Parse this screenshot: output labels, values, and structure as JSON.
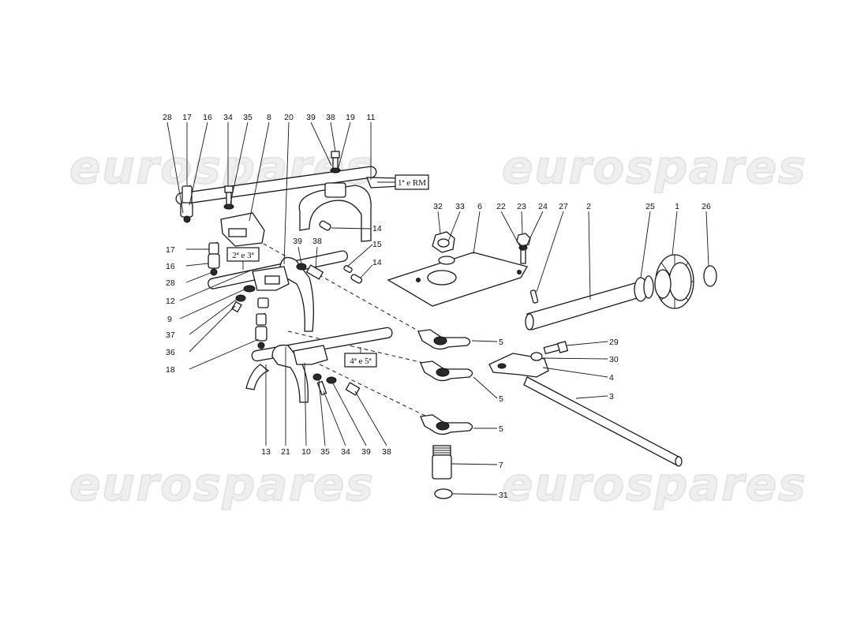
{
  "watermarks": [
    "eurospares",
    "eurospares",
    "eurospares",
    "eurospares"
  ],
  "gear_boxes": [
    "1ª e RM",
    "2ª e 3ª",
    "4ª e 5ª"
  ],
  "labels": {
    "l28a": "28",
    "l17a": "17",
    "l16a": "16",
    "l34a": "34",
    "l35a": "35",
    "l8": "8",
    "l20": "20",
    "l39a": "39",
    "l38a": "38",
    "l19": "19",
    "l11": "11",
    "l32": "32",
    "l33": "33",
    "l6": "6",
    "l22": "22",
    "l23": "23",
    "l24": "24",
    "l27": "27",
    "l2": "2",
    "l25": "25",
    "l1": "1",
    "l26": "26",
    "l14a": "14",
    "l15": "15",
    "l14b": "14",
    "l39b": "39",
    "l38b": "38",
    "l17b": "17",
    "l16b": "16",
    "l28b": "28",
    "l12": "12",
    "l9": "9",
    "l37": "37",
    "l36": "36",
    "l18": "18",
    "l5a": "5",
    "l5b": "5",
    "l5c": "5",
    "l29": "29",
    "l30": "30",
    "l4": "4",
    "l3": "3",
    "l7": "7",
    "l31": "31",
    "l13": "13",
    "l21": "21",
    "l10": "10",
    "l35b": "35",
    "l34b": "34",
    "l39c": "39",
    "l38c": "38"
  }
}
